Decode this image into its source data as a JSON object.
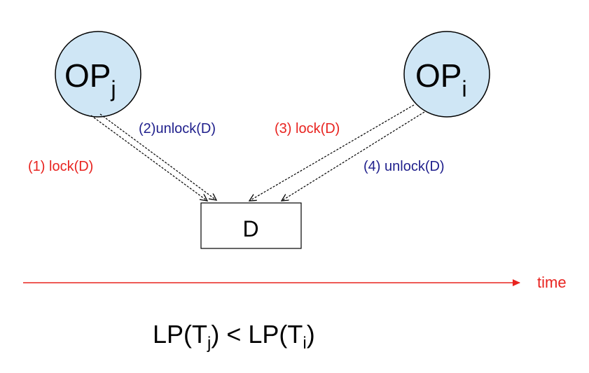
{
  "nodes": {
    "op_j": {
      "main": "OP",
      "sub": "j"
    },
    "op_i": {
      "main": "OP",
      "sub": "i"
    },
    "data_item": {
      "label": "D"
    }
  },
  "arrows": [
    {
      "label": "(1) lock(D)",
      "color": "#e8231f"
    },
    {
      "label": "(2)unlock(D)",
      "color": "#1f1f8c"
    },
    {
      "label": "(3) lock(D)",
      "color": "#e8231f"
    },
    {
      "label": "(4) unlock(D)",
      "color": "#1f1f8c"
    }
  ],
  "timeline": {
    "label": "time",
    "color": "#e8231f"
  },
  "formula": {
    "p1": "LP(T",
    "s1": "j",
    "p2": ") < LP(T",
    "s2": "i",
    "p3": ")"
  },
  "colors": {
    "node_fill": "#cfe6f5",
    "lock": "#e8231f",
    "unlock": "#1f1f8c",
    "line": "#000000"
  }
}
